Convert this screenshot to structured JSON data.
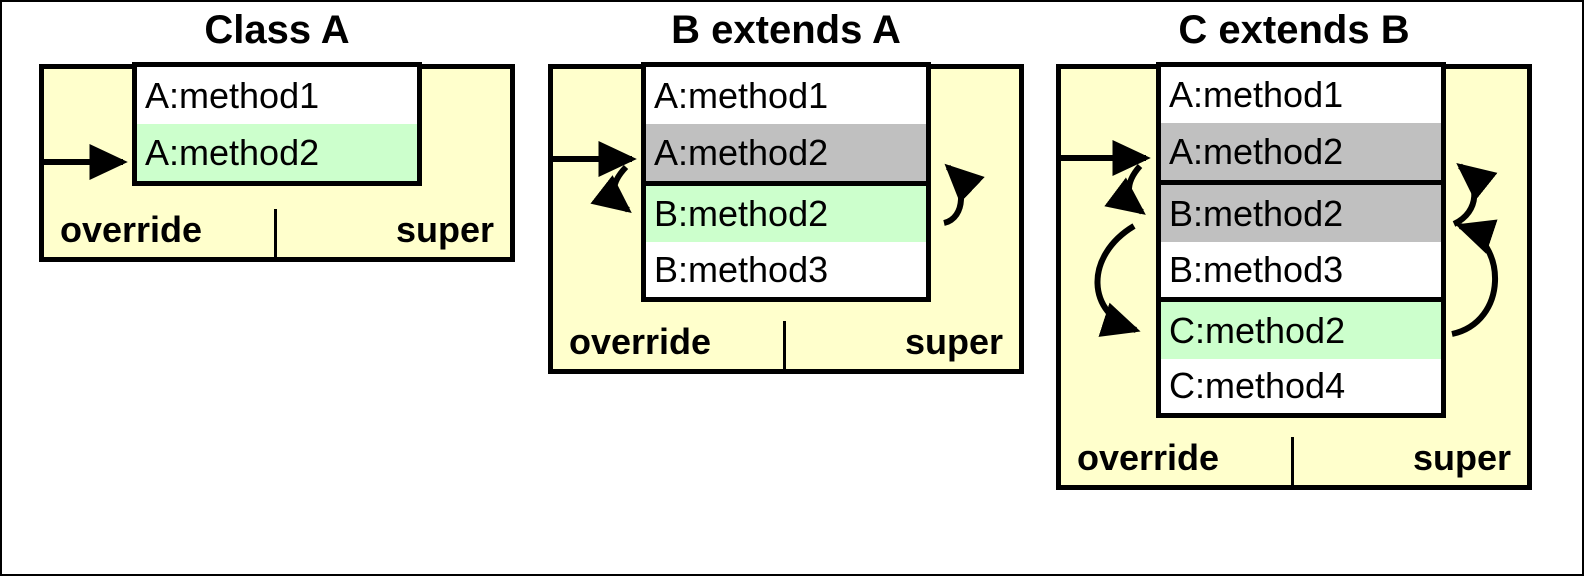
{
  "diagram": {
    "title_note": "override and super resolution across class hierarchy",
    "colors": {
      "page_background": "#ffffff",
      "outer_box_fill": "#ffffcc",
      "method_box_fill": "#ffffff",
      "highlight_green": "#ccffcc",
      "highlight_gray": "#c0c0c0",
      "stroke": "#000000"
    },
    "labels": {
      "override": "override",
      "super": "super"
    }
  },
  "panels": [
    {
      "id": "class-a",
      "title": "Class A",
      "override_label": "override",
      "super_label": "super",
      "methods": [
        {
          "label": "A:method1",
          "highlight": "white",
          "separator_below": false
        },
        {
          "label": "A:method2",
          "highlight": "green",
          "separator_below": false
        }
      ],
      "arrows": [
        {
          "name": "override-entry-arrow",
          "kind": "straight",
          "from": "override-column",
          "to": "A:method2"
        }
      ]
    },
    {
      "id": "b-extends-a",
      "title": "B extends A",
      "override_label": "override",
      "super_label": "super",
      "methods": [
        {
          "label": "A:method1",
          "highlight": "white",
          "separator_below": false
        },
        {
          "label": "A:method2",
          "highlight": "gray",
          "separator_below": true
        },
        {
          "label": "B:method2",
          "highlight": "green",
          "separator_below": false
        },
        {
          "label": "B:method3",
          "highlight": "white",
          "separator_below": false
        }
      ],
      "arrows": [
        {
          "name": "override-entry-arrow",
          "kind": "straight",
          "from": "override-column",
          "to": "A:method2"
        },
        {
          "name": "override-curve-arrow",
          "kind": "curve",
          "from": "A:method2",
          "to": "B:method2"
        },
        {
          "name": "super-curve-arrow",
          "kind": "curve",
          "from": "B:method2",
          "to": "A:method2"
        }
      ]
    },
    {
      "id": "c-extends-b",
      "title": "C extends B",
      "override_label": "override",
      "super_label": "super",
      "methods": [
        {
          "label": "A:method1",
          "highlight": "white",
          "separator_below": false
        },
        {
          "label": "A:method2",
          "highlight": "gray",
          "separator_below": true
        },
        {
          "label": "B:method2",
          "highlight": "gray",
          "separator_below": false
        },
        {
          "label": "B:method3",
          "highlight": "white",
          "separator_below": true
        },
        {
          "label": "C:method2",
          "highlight": "green",
          "separator_below": false
        },
        {
          "label": "C:method4",
          "highlight": "white",
          "separator_below": false
        }
      ],
      "arrows": [
        {
          "name": "override-entry-arrow",
          "kind": "straight",
          "from": "override-column",
          "to": "A:method2"
        },
        {
          "name": "override-curve-arrow-1",
          "kind": "curve",
          "from": "A:method2",
          "to": "B:method2"
        },
        {
          "name": "override-curve-arrow-2",
          "kind": "curve",
          "from": "B:method2",
          "to": "C:method2"
        },
        {
          "name": "super-curve-arrow-1",
          "kind": "curve",
          "from": "B:method2",
          "to": "A:method2"
        },
        {
          "name": "super-curve-arrow-2",
          "kind": "curve",
          "from": "C:method2",
          "to": "B:method2"
        }
      ]
    }
  ]
}
